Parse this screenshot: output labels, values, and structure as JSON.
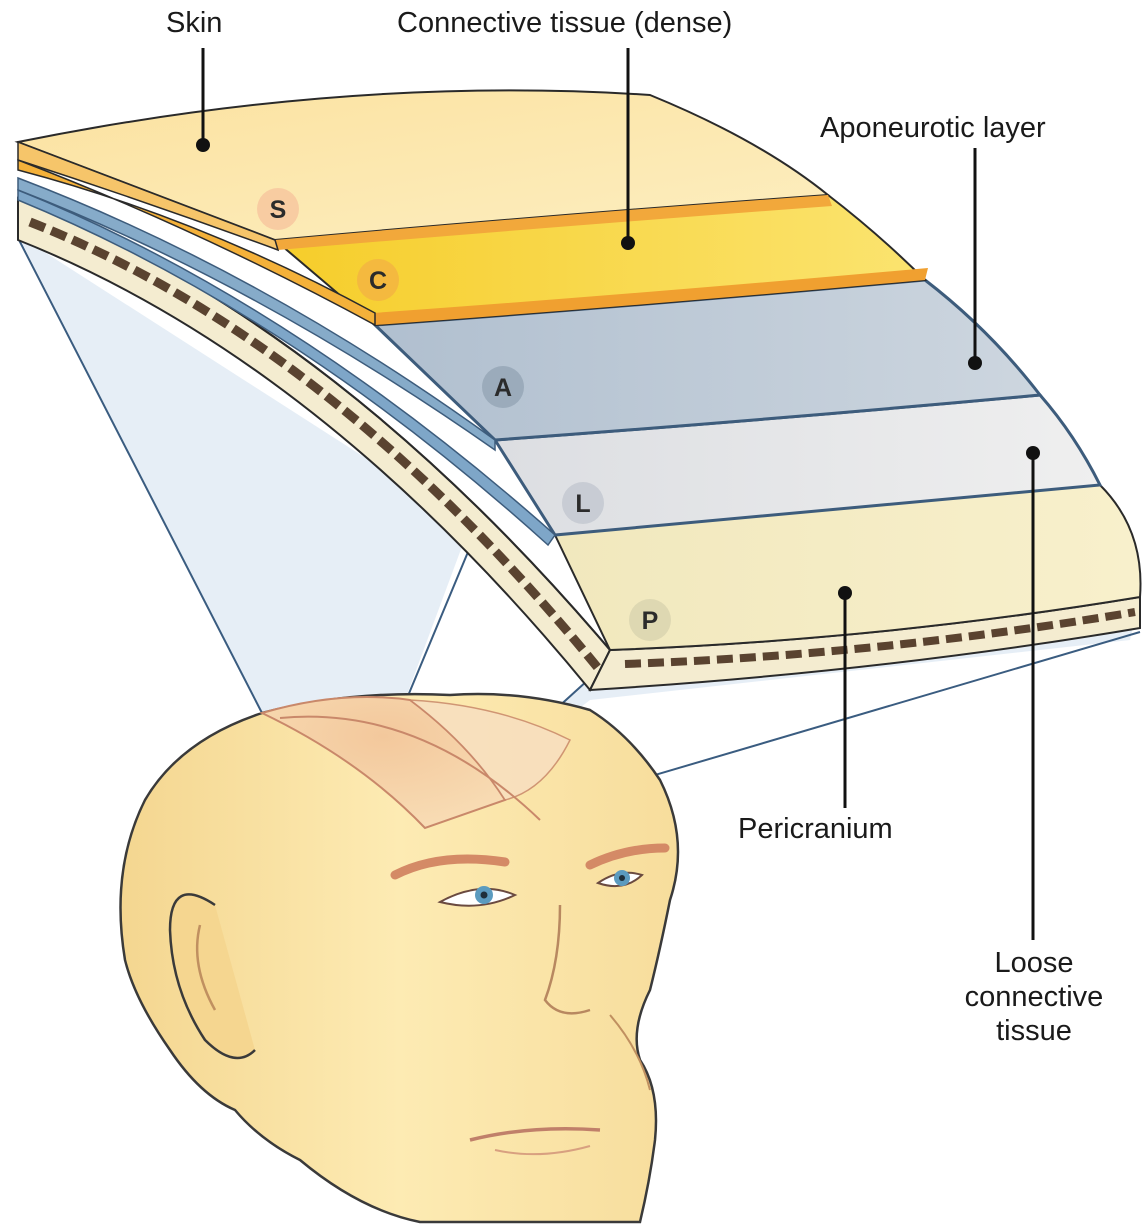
{
  "labels": {
    "skin": "Skin",
    "connective_dense": "Connective tissue (dense)",
    "aponeurotic": "Aponeurotic layer",
    "pericranium": "Pericranium",
    "loose_line1": "Loose",
    "loose_line2": "connective",
    "loose_line3": "tissue"
  },
  "badges": {
    "s": "S",
    "c": "C",
    "a": "A",
    "l": "L",
    "p": "P"
  },
  "colors": {
    "skin_layer": "#fae4a4",
    "dense_layer": "#f8d43a",
    "aponeurotic_layer": "#b9c6d3",
    "loose_layer": "#e3e4e5",
    "pericranium_layer": "#f6eec4",
    "bone": "#5a4330",
    "face_skin": "#fbe7a8",
    "eye": "#5b9bbf"
  }
}
